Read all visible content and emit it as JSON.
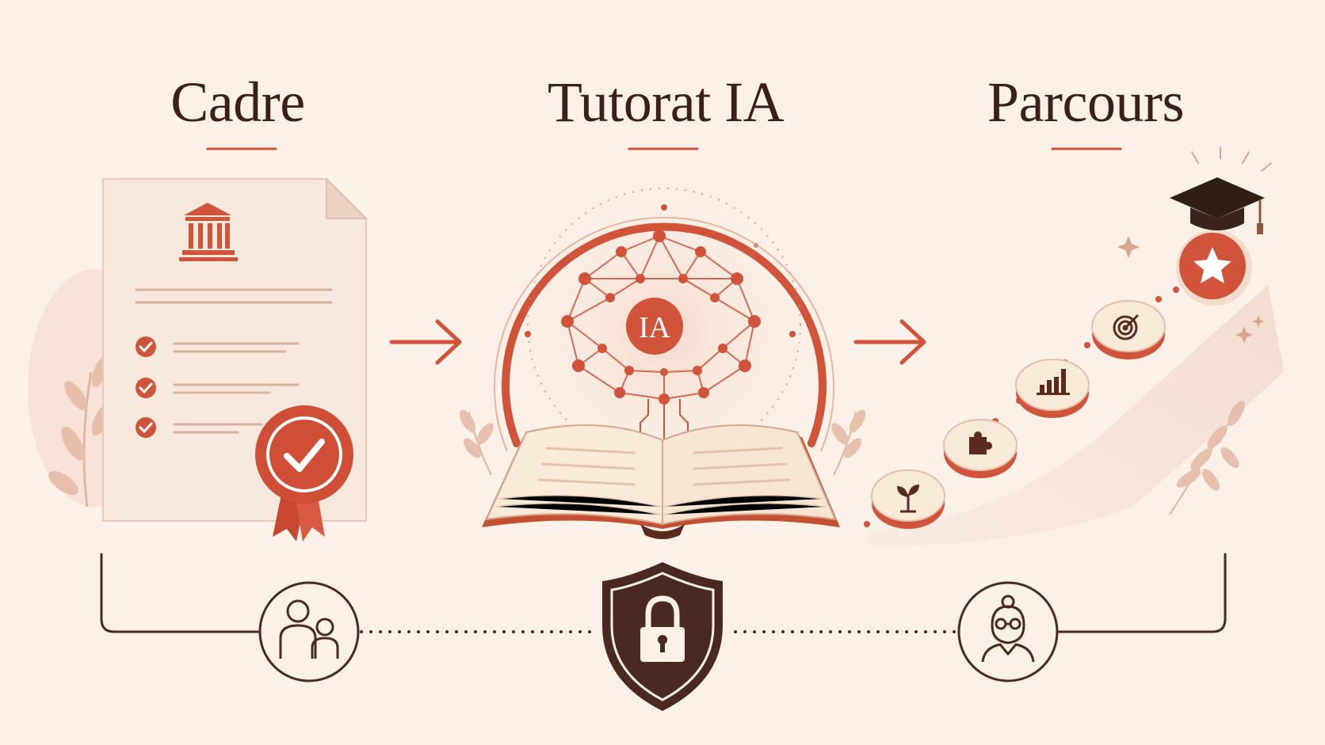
{
  "titles": {
    "cadre": "Cadre",
    "tutorat": "Tutorat IA",
    "parcours": "Parcours"
  },
  "network_badge": "IA",
  "colors": {
    "background": "#fbf1e9",
    "accent": "#d0533a",
    "dark_brown": "#4a2a20",
    "title_text": "#3b2018",
    "paper": "#f6e8dc"
  },
  "icons": {
    "cadre": [
      "document-icon",
      "institution-icon",
      "checklist-icon",
      "approval-seal-icon"
    ],
    "tutorat": [
      "neural-network-icon",
      "open-book-icon"
    ],
    "parcours": [
      "sprout-icon",
      "puzzle-icon",
      "bar-chart-icon",
      "target-icon",
      "star-icon",
      "graduation-cap-icon"
    ],
    "bottom": [
      "parent-child-icon",
      "shield-lock-icon",
      "teacher-icon"
    ]
  }
}
